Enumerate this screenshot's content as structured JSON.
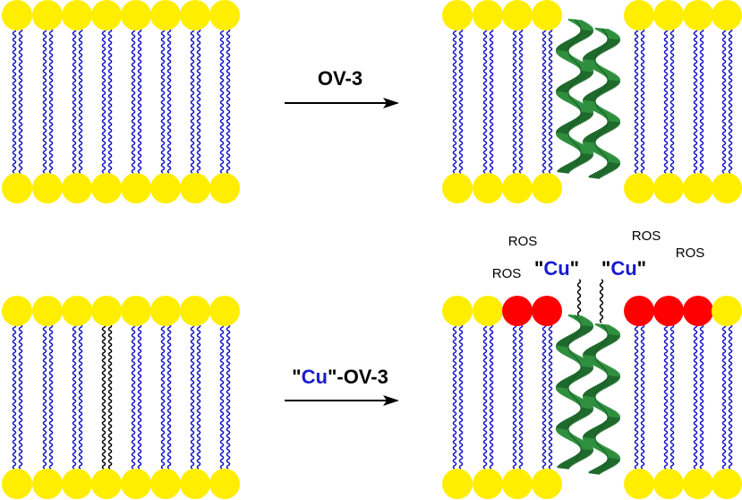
{
  "colors": {
    "headgroup": "#ffee00",
    "oxidized_headgroup": "#ff0000",
    "tail": "#1010c8",
    "oxidized_tail": "#000000",
    "helix": "#2f8f3f",
    "helix_dark": "#1f6a2c",
    "copper_text": "#1a1ad0",
    "text": "#000000"
  },
  "panels": {
    "top": {
      "reaction_label": "OV-3"
    },
    "bottom": {
      "reaction_label_quote_left": "\"",
      "reaction_label_metal": "Cu",
      "reaction_label_rest": "\"-OV-3",
      "copper_tag_1": {
        "quote_left": "\"",
        "metal": "Cu",
        "quote_right": "\""
      },
      "copper_tag_2": {
        "quote_left": "\"",
        "metal": "Cu",
        "quote_right": "\""
      },
      "ros_labels": [
        "ROS",
        "ROS",
        "ROS",
        "ROS"
      ]
    }
  }
}
